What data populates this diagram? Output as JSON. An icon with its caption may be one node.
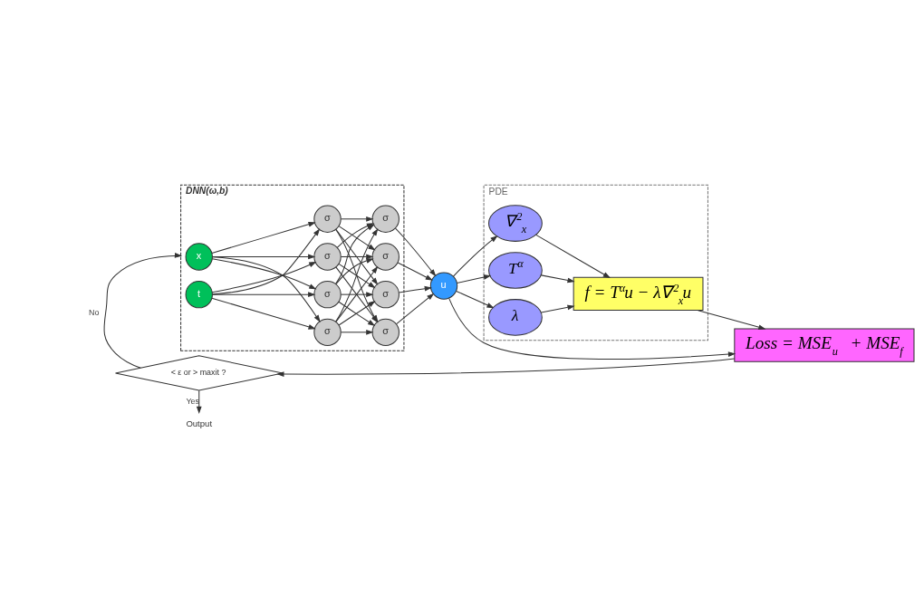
{
  "diagram": {
    "nodes": [
      {
        "text": [
          "DNN(ω,b)"
        ]
      },
      {
        "text": [
          "x"
        ],
        "in": 0
      },
      {
        "text": [
          "t"
        ],
        "in": 0
      },
      {
        "text": [
          "σ"
        ],
        "in": 0
      },
      {
        "text": [
          "σ"
        ],
        "in": 0
      },
      {
        "text": [
          "σ"
        ],
        "in": 0
      },
      {
        "text": [
          "σ"
        ],
        "in": 0
      },
      {
        "text": [
          "σ"
        ],
        "in": 0
      },
      {
        "text": [
          "σ"
        ],
        "in": 0
      },
      {
        "text": [
          "σ"
        ],
        "in": 0
      },
      {
        "text": [
          "σ"
        ],
        "in": 0
      },
      {
        "text": [
          "u"
        ]
      },
      {
        "text": [
          "PDE"
        ]
      },
      {
        "text": [
          "T$^{α}$"
        ],
        "in": 12
      },
      {
        "text": [
          "λ"
        ],
        "in": 12
      },
      {
        "text": [
          "∇$^{2}$$_{x}$"
        ],
        "in": 12
      },
      {
        "text": [
          "f = T$^{α}$u − λ∇$^{2}$$_{x}$u"
        ],
        "in": 12
      },
      {
        "text": [
          "Loss = MSE$_{u}$ + MSE$_{f}$"
        ]
      },
      {
        "text": [
          "< ε or > maxit ?"
        ]
      },
      {
        "text": [
          "Output"
        ]
      }
    ],
    "edges": [
      {
        "from": 1,
        "to": 3,
        "arrow": "to"
      },
      {
        "from": 1,
        "to": 4,
        "arrow": "to"
      },
      {
        "from": 1,
        "to": 5,
        "arrow": "to"
      },
      {
        "from": 1,
        "to": 6,
        "arrow": "to"
      },
      {
        "from": 2,
        "to": 3,
        "arrow": "to"
      },
      {
        "from": 2,
        "to": 4,
        "arrow": "to"
      },
      {
        "from": 2,
        "to": 5,
        "arrow": "to"
      },
      {
        "from": 2,
        "to": 6,
        "arrow": "to"
      },
      {
        "from": 3,
        "to": 7,
        "arrow": "to"
      },
      {
        "from": 3,
        "to": 8,
        "arrow": "to"
      },
      {
        "from": 3,
        "to": 9,
        "arrow": "to"
      },
      {
        "from": 3,
        "to": 10,
        "arrow": "to"
      },
      {
        "from": 4,
        "to": 7,
        "arrow": "to"
      },
      {
        "from": 4,
        "to": 8,
        "arrow": "to"
      },
      {
        "from": 4,
        "to": 9,
        "arrow": "to"
      },
      {
        "from": 4,
        "to": 10,
        "arrow": "to"
      },
      {
        "from": 5,
        "to": 7,
        "arrow": "to"
      },
      {
        "from": 5,
        "to": 8,
        "arrow": "to"
      },
      {
        "from": 5,
        "to": 9,
        "arrow": "to"
      },
      {
        "from": 5,
        "to": 10,
        "arrow": "to"
      },
      {
        "from": 6,
        "to": 7,
        "arrow": "to"
      },
      {
        "from": 6,
        "to": 8,
        "arrow": "to"
      },
      {
        "from": 6,
        "to": 9,
        "arrow": "to"
      },
      {
        "from": 6,
        "to": 10,
        "arrow": "to"
      },
      {
        "from": 7,
        "to": 11,
        "arrow": "to"
      },
      {
        "from": 8,
        "to": 11,
        "arrow": "to"
      },
      {
        "from": 9,
        "to": 11,
        "arrow": "to"
      },
      {
        "from": 10,
        "to": 11,
        "arrow": "to"
      },
      {
        "from": 11,
        "to": 13,
        "arrow": "to"
      },
      {
        "from": 11,
        "to": 14,
        "arrow": "to"
      },
      {
        "from": 11,
        "to": 15,
        "arrow": "to"
      },
      {
        "from": 13,
        "to": 16,
        "arrow": "to"
      },
      {
        "from": 14,
        "to": 16,
        "arrow": "to"
      },
      {
        "from": 15,
        "to": 16,
        "arrow": "to"
      },
      {
        "from": 11,
        "to": 17,
        "arrow": "to"
      },
      {
        "from": 16,
        "to": 17,
        "arrow": "to"
      },
      {
        "from": 17,
        "to": 18,
        "arrow": "to"
      },
      {
        "from": 18,
        "to": 0,
        "arrow": "to",
        "label": "No"
      },
      {
        "from": 18,
        "to": 19,
        "arrow": "to",
        "label": "Yes"
      }
    ]
  }
}
